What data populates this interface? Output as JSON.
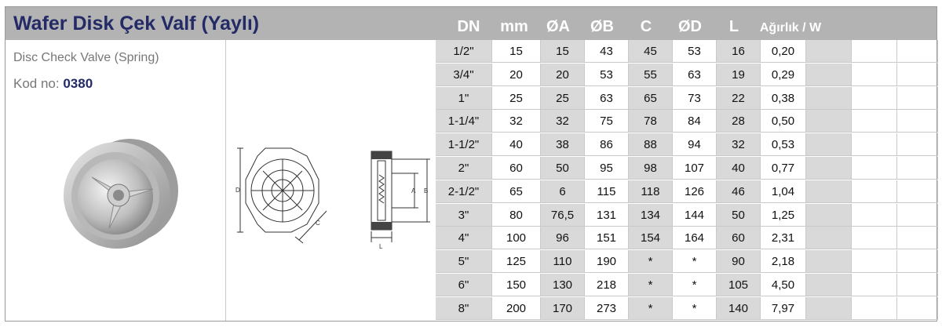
{
  "title": "Wafer Disk Çek Valf (Yaylı)",
  "subtitle": "Disc Check Valve (Spring)",
  "kod_label": "Kod no:",
  "kod_value": "0380",
  "columns": [
    "DN",
    "mm",
    "ØA",
    "ØB",
    "C",
    "ØD",
    "L",
    "Ağırlık / W"
  ],
  "rows": [
    [
      "1/2\"",
      "15",
      "15",
      "43",
      "45",
      "53",
      "16",
      "0,20"
    ],
    [
      "3/4\"",
      "20",
      "20",
      "53",
      "55",
      "63",
      "19",
      "0,29"
    ],
    [
      "1\"",
      "25",
      "25",
      "63",
      "65",
      "73",
      "22",
      "0,38"
    ],
    [
      "1-1/4\"",
      "32",
      "32",
      "75",
      "78",
      "84",
      "28",
      "0,50"
    ],
    [
      "1-1/2\"",
      "40",
      "38",
      "86",
      "88",
      "94",
      "32",
      "0,53"
    ],
    [
      "2\"",
      "60",
      "50",
      "95",
      "98",
      "107",
      "40",
      "0,77"
    ],
    [
      "2-1/2\"",
      "65",
      "6",
      "115",
      "118",
      "126",
      "46",
      "1,04"
    ],
    [
      "3\"",
      "80",
      "76,5",
      "131",
      "134",
      "144",
      "50",
      "1,25"
    ],
    [
      "4\"",
      "100",
      "96",
      "151",
      "154",
      "164",
      "60",
      "2,31"
    ],
    [
      "5\"",
      "125",
      "110",
      "190",
      "*",
      "*",
      "90",
      "2,18"
    ],
    [
      "6\"",
      "150",
      "130",
      "218",
      "*",
      "*",
      "105",
      "4,50"
    ],
    [
      "8\"",
      "200",
      "170",
      "273",
      "*",
      "*",
      "140",
      "7,97"
    ]
  ],
  "drawing_labels": {
    "d": "D",
    "c": "C",
    "a": "A",
    "b": "B",
    "l": "L"
  },
  "colors": {
    "header": "#b3b3b3",
    "title": "#232a66",
    "cell_shade": "#d9d9d9"
  }
}
